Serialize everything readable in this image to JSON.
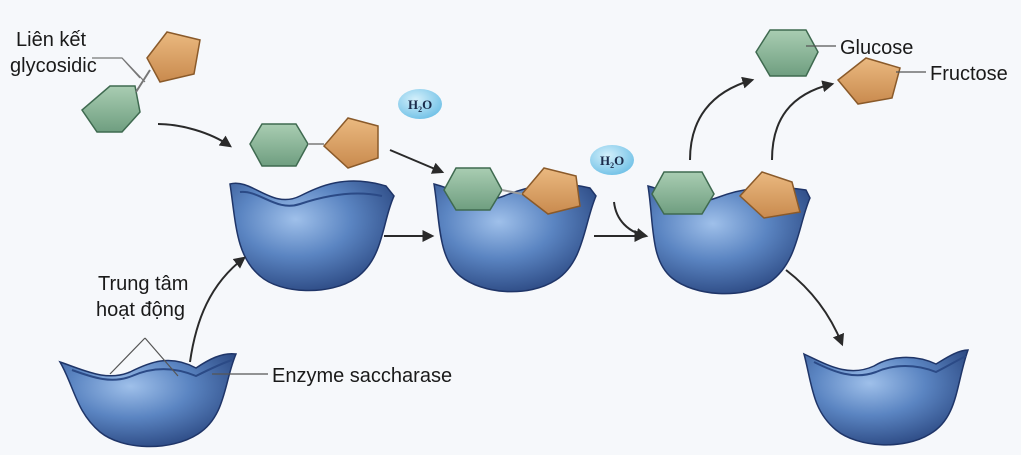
{
  "labels": {
    "glycosidic_line1": "Liên kết",
    "glycosidic_line2": "glycosidic",
    "glucose": "Glucose",
    "fructose": "Fructose",
    "active_site_line1": "Trung tâm",
    "active_site_line2": "hoạt động",
    "enzyme": "Enzyme saccharase"
  },
  "water": {
    "h": "H",
    "sub": "2",
    "o": "O"
  },
  "colors": {
    "glucose_fill": "#8cb79a",
    "fructose_fill": "#d9a56a",
    "enzyme_fill": "#4f79b8",
    "water_fill": "#8fd0ee",
    "background": "#f6f8fb"
  }
}
